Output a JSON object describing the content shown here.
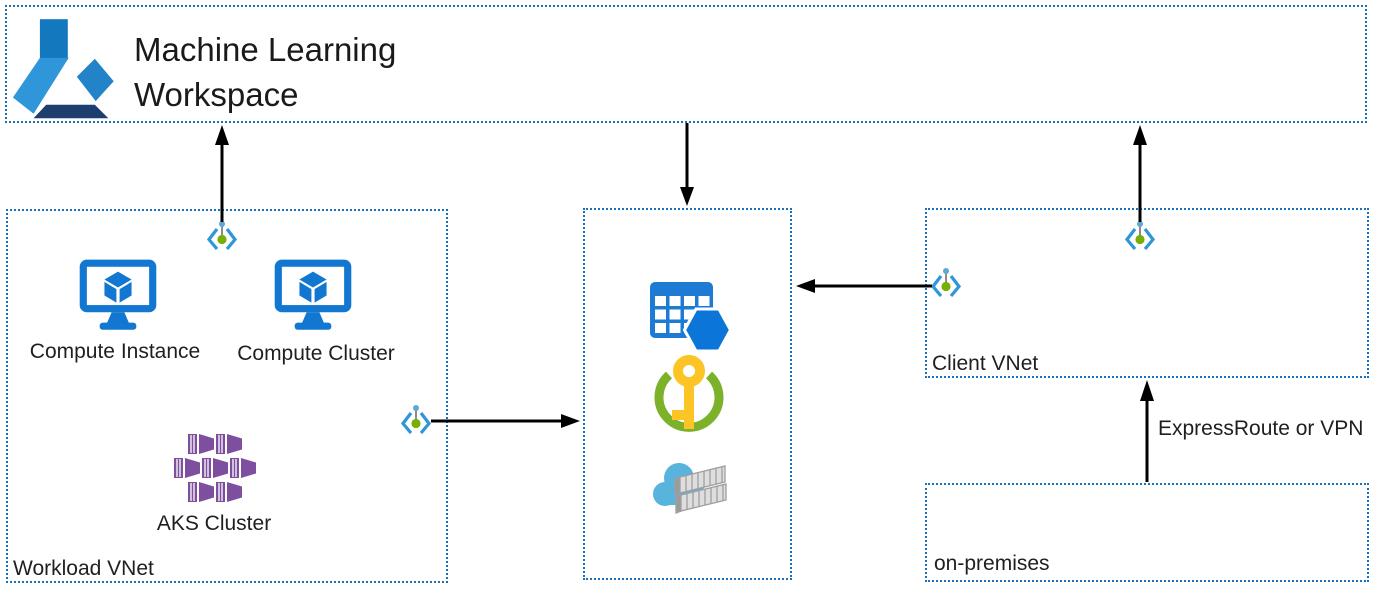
{
  "ml_workspace": {
    "label": "Machine Learning Workspace"
  },
  "workload_vnet": {
    "label": "Workload VNet",
    "compute_instance_label": "Compute Instance",
    "compute_cluster_label": "Compute Cluster",
    "aks_cluster_label": "AKS Cluster"
  },
  "shared_services": {
    "icons": [
      "storage-table-icon",
      "key-vault-icon",
      "container-registry-icon"
    ]
  },
  "client_vnet": {
    "label": "Client VNet"
  },
  "on_premises": {
    "label": "on-premises"
  },
  "edge_labels": {
    "expressroute": "ExpressRoute or VPN"
  },
  "icon_names": {
    "workspace": "machine-learning-workspace-icon",
    "compute": "virtual-machine-monitor-icon",
    "aks": "aks-cluster-icon",
    "endpoint": "private-endpoint-icon"
  },
  "colors": {
    "border_blue": "#1a71b8",
    "arrow_black": "#000000",
    "azure_blue": "#1177d1",
    "ml_light_blue": "#2e96d9",
    "ml_dark_navy": "#1c3f6e",
    "aks_purple": "#7e4f9f",
    "storage_blue": "#1d7bd4",
    "hexagon_blue": "#0b76d8",
    "keyvault_green": "#7cb229",
    "key_yellow": "#fdc426",
    "cloud_blue": "#58b4dc",
    "container_gray": "#dedede",
    "endpoint_bracket_blue": "#2e96d9",
    "endpoint_green": "#76b007",
    "endpoint_dot_blue": "#5aa7d8"
  }
}
